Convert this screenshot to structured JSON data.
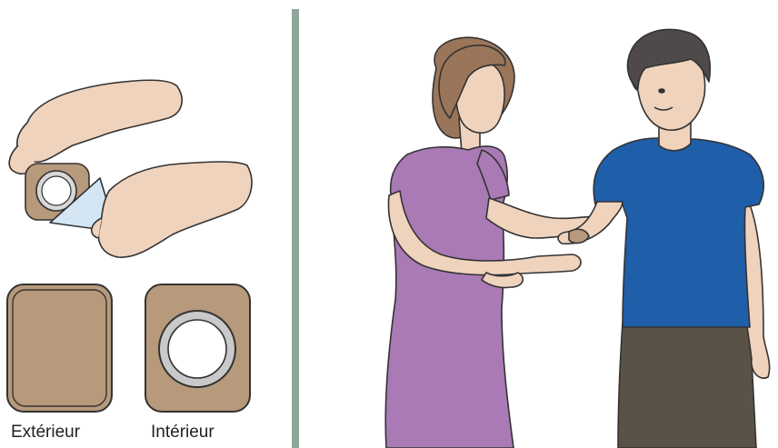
{
  "captions": {
    "exterior": "Extérieur",
    "interior": "Intérieur"
  },
  "colors": {
    "patch": "#b7997b",
    "patch_ring": "#c9c9c9",
    "divider": "#8fa79a",
    "skin": "#f0d3bd",
    "woman_dress": "#a97ab5",
    "woman_hair": "#9a7559",
    "man_shirt": "#1f5ea8",
    "man_hair": "#4f4a49",
    "man_pants": "#5b5247",
    "liner": "#d4e6f4"
  },
  "icons": {
    "applying_patch": "hands-removing-liner-illustration",
    "exterior_patch": "patch-exterior-icon",
    "interior_patch": "patch-interior-icon",
    "people": "woman-applying-patch-to-man-arm-illustration"
  }
}
